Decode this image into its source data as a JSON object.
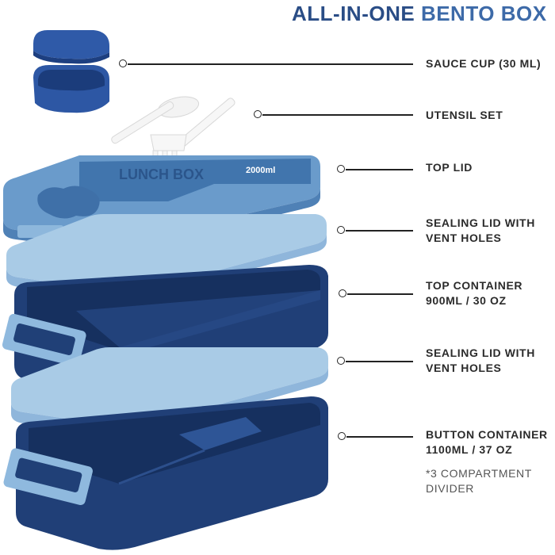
{
  "title": {
    "part1": "ALL-IN-ONE",
    "part2": "BENTO BOX"
  },
  "labels": {
    "sauce_cup": "SAUCE CUP (30 ML)",
    "utensil_set": "UTENSIL SET",
    "top_lid": "TOP LID",
    "sealing_lid_1": [
      "SEALING LID WITH",
      "VENT HOLES"
    ],
    "top_container": [
      "TOP CONTAINER",
      "900ML / 30  OZ"
    ],
    "sealing_lid_2": [
      "SEALING LID WITH",
      "VENT HOLES"
    ],
    "bottom_container": [
      "BUTTON CONTAINER",
      "1100ML / 37  OZ"
    ],
    "note": [
      "*3 COMPARTMENT",
      "DIVIDER"
    ]
  },
  "product_marks": {
    "lid_brand": "LUNCH BOX",
    "lid_capacity": "2000ml"
  },
  "colors": {
    "title_dark": "#2a4d86",
    "title_light": "#3d6aa8",
    "navy": "#1f3f78",
    "sky": "#6f9fcc",
    "pale": "#a9cbe6"
  }
}
